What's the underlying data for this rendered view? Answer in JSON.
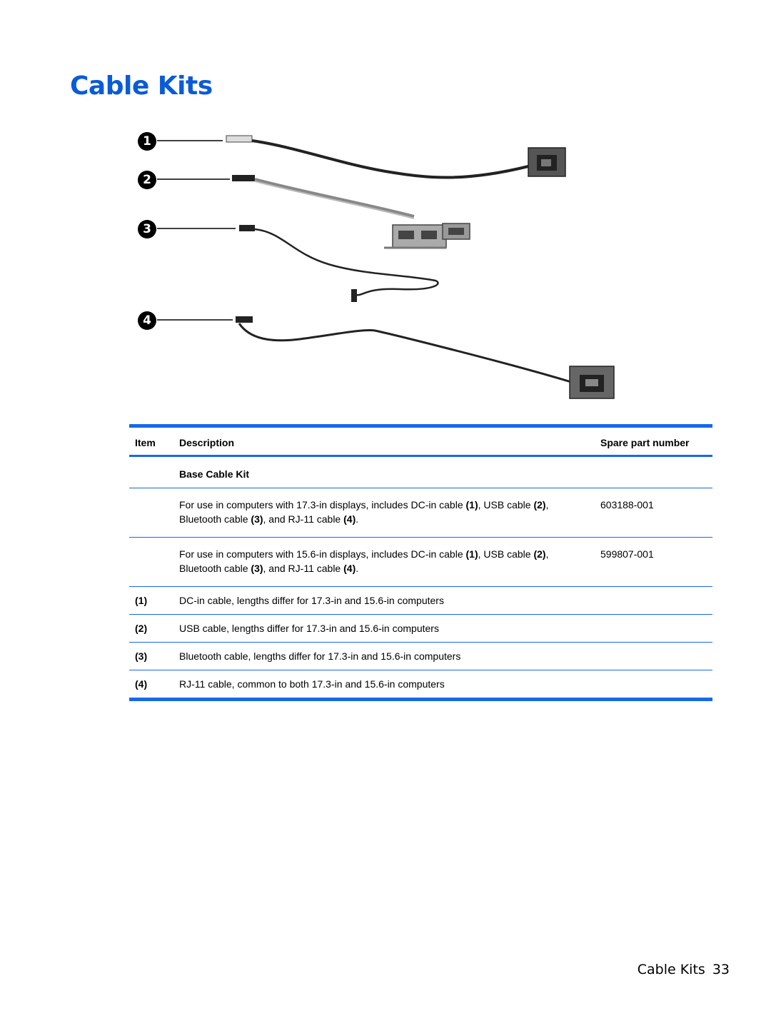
{
  "page": {
    "title": "Cable Kits",
    "footer_section": "Cable Kits",
    "footer_page": "33"
  },
  "figure": {
    "callouts": [
      "1",
      "2",
      "3",
      "4"
    ]
  },
  "table": {
    "headers": {
      "item": "Item",
      "description": "Description",
      "spare": "Spare part number"
    },
    "section": "Base Cable Kit",
    "kit_rows": [
      {
        "pre": "For use in computers with 17.3-in displays, includes DC-in cable ",
        "c1": "(1)",
        "mid1": ", USB cable ",
        "c2": "(2)",
        "mid2": ",",
        "line2_pre": "Bluetooth cable ",
        "c3": "(3)",
        "mid3": ", and RJ-11 cable ",
        "c4": "(4)",
        "end": ".",
        "spare": "603188-001"
      },
      {
        "pre": "For use in computers with 15.6-in displays, includes DC-in cable ",
        "c1": "(1)",
        "mid1": ", USB cable ",
        "c2": "(2)",
        "mid2": ",",
        "line2_pre": "Bluetooth cable ",
        "c3": "(3)",
        "mid3": ", and RJ-11 cable ",
        "c4": "(4)",
        "end": ".",
        "spare": "599807-001"
      }
    ],
    "item_rows": [
      {
        "item": "(1)",
        "description": "DC-in cable, lengths differ for 17.3-in and 15.6-in computers"
      },
      {
        "item": "(2)",
        "description": "USB cable, lengths differ for 17.3-in and 15.6-in computers"
      },
      {
        "item": "(3)",
        "description": "Bluetooth cable, lengths differ for 17.3-in and 15.6-in computers"
      },
      {
        "item": "(4)",
        "description": "RJ-11 cable, common to both 17.3-in and 15.6-in computers"
      }
    ]
  }
}
